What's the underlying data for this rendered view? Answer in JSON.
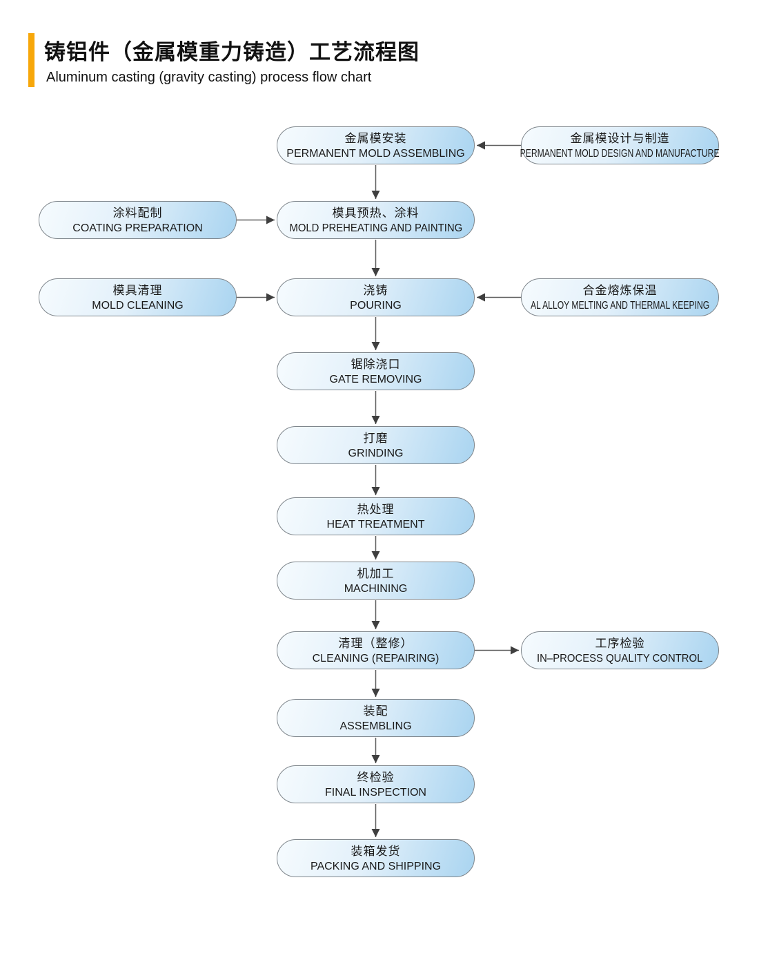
{
  "header": {
    "title_zh": "铸铝件（金属模重力铸造）工艺流程图",
    "title_en": "Aluminum casting (gravity casting) process flow chart"
  },
  "colors": {
    "accent_bar": "#F7A70A",
    "node_fill_light": "#F6FBFE",
    "node_fill_dark": "#A9D4F0",
    "node_border": "#7F868C",
    "arrow": "#5D5D5D",
    "text": "#1A1A1A"
  },
  "flow": {
    "nodes": [
      {
        "zh": "金属模安装",
        "en": "PERMANENT MOLD ASSEMBLING"
      },
      {
        "zh": "金属模设计与制造",
        "en": "PERMANENT MOLD DESIGN AND MANUFACTURE"
      },
      {
        "zh": "涂料配制",
        "en": "COATING PREPARATION"
      },
      {
        "zh": "模具预热、涂料",
        "en": "MOLD PREHEATING AND PAINTING"
      },
      {
        "zh": "模具清理",
        "en": "MOLD CLEANING"
      },
      {
        "zh": "浇铸",
        "en": "POURING"
      },
      {
        "zh": "合金熔炼保温",
        "en": "AL ALLOY MELTING AND THERMAL KEEPING"
      },
      {
        "zh": "锯除浇口",
        "en": "GATE REMOVING"
      },
      {
        "zh": "打磨",
        "en": "GRINDING"
      },
      {
        "zh": "热处理",
        "en": "HEAT TREATMENT"
      },
      {
        "zh": "机加工",
        "en": "MACHINING"
      },
      {
        "zh": "清理（整修）",
        "en": "CLEANING (REPAIRING)"
      },
      {
        "zh": "工序检验",
        "en": "IN–PROCESS QUALITY CONTROL"
      },
      {
        "zh": "装配",
        "en": "ASSEMBLING"
      },
      {
        "zh": "终检验",
        "en": "FINAL INSPECTION"
      },
      {
        "zh": "装箱发货",
        "en": "PACKING AND SHIPPING"
      }
    ]
  }
}
